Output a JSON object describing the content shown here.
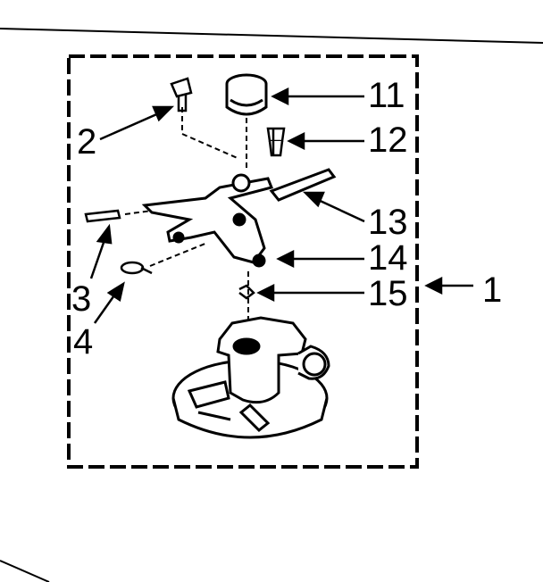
{
  "diagram": {
    "colors": {
      "ink": "#000000",
      "paper": "#ffffff"
    },
    "callouts": {
      "assembly": "1",
      "screw": "2",
      "pin": "3",
      "clip": "4",
      "cap": "11",
      "coupling": "12",
      "arm": "13",
      "cam": "14",
      "spring": "15"
    }
  }
}
